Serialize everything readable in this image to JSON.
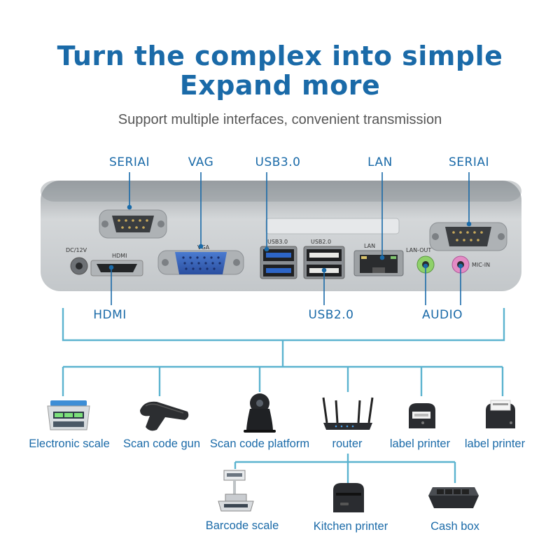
{
  "header": {
    "title_line1": "Turn the complex into simple",
    "title_line2": "Expand more",
    "subtitle": "Support multiple interfaces, convenient transmission"
  },
  "ports": {
    "serial_left": "SERIAI",
    "vga": "VAG",
    "usb3": "USB3.0",
    "lan": "LAN",
    "serial_right": "SERIAI",
    "hdmi": "HDMI",
    "usb2": "USB2.0",
    "audio": "AUDIO"
  },
  "panel_markings": {
    "dc": "DC/12V",
    "hdmi": "HDMI",
    "vga": "VGA",
    "usb3": "USB3.0",
    "usb2": "USB2.0",
    "lan": "LAN",
    "lan_out": "LAN-OUT",
    "mic_in": "MIC-IN"
  },
  "devices_row1": [
    {
      "label": "Electronic scale",
      "icon": "electronic-scale-icon"
    },
    {
      "label": "Scan code gun",
      "icon": "scan-gun-icon"
    },
    {
      "label": "Scan code platform",
      "icon": "scan-platform-icon"
    },
    {
      "label": "router",
      "icon": "router-icon"
    },
    {
      "label": "label printer",
      "icon": "label-printer-icon"
    },
    {
      "label": "label printer",
      "icon": "label-printer-icon"
    }
  ],
  "devices_row2": [
    {
      "label": "Barcode scale",
      "icon": "barcode-scale-icon"
    },
    {
      "label": "Kitchen printer",
      "icon": "kitchen-printer-icon"
    },
    {
      "label": "Cash box",
      "icon": "cash-box-icon"
    }
  ],
  "colors": {
    "accent": "#1a6aa8",
    "connector_line": "#5bb3cf",
    "panel": "#c9cdd0"
  }
}
